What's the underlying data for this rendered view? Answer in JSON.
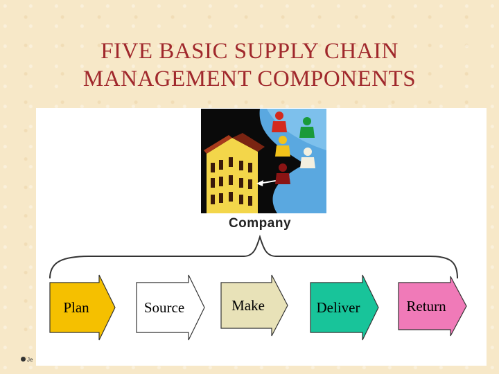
{
  "title": {
    "line1": "FIVE BASIC SUPPLY CHAIN",
    "line2": "MANAGEMENT COMPONENTS"
  },
  "company_label": "Company",
  "stages": [
    {
      "label": "Plan",
      "color": "#f5c000"
    },
    {
      "label": "Source",
      "color": "#ffffff"
    },
    {
      "label": "Make",
      "color": "#e8e2b8"
    },
    {
      "label": "Deliver",
      "color": "#18c49a"
    },
    {
      "label": "Return",
      "color": "#f07ab8"
    }
  ],
  "footnote": "Je"
}
